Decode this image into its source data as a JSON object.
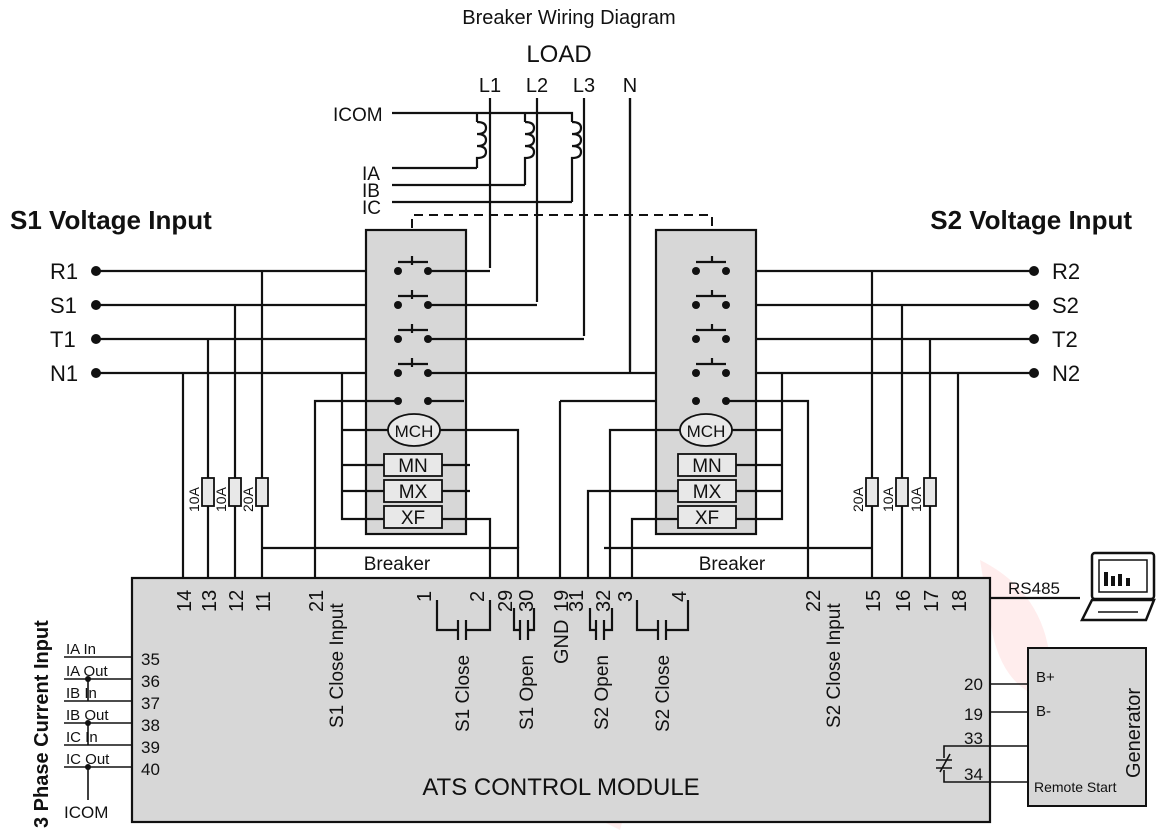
{
  "title": "Breaker Wiring Diagram",
  "load": {
    "label": "LOAD",
    "phases": [
      "L1",
      "L2",
      "L3",
      "N"
    ]
  },
  "ct": {
    "com": "ICOM",
    "a": "IA",
    "b": "IB",
    "c": "IC"
  },
  "s1": {
    "heading": "S1 Voltage Input",
    "lines": [
      "R1",
      "S1",
      "T1",
      "N1"
    ]
  },
  "s2": {
    "heading": "S2 Voltage Input",
    "lines": [
      "R2",
      "S2",
      "T2",
      "N2"
    ]
  },
  "breaker": {
    "label": "Breaker",
    "mch": "MCH",
    "mn": "MN",
    "mx": "MX",
    "xf": "XF"
  },
  "fuses": {
    "left": [
      "10A",
      "10A",
      "20A"
    ],
    "right": [
      "20A",
      "10A",
      "10A"
    ]
  },
  "module": {
    "title": "ATS CONTROL MODULE",
    "top_terminals": [
      "14",
      "13",
      "12",
      "11",
      "21",
      "1",
      "2",
      "29",
      "30",
      "GND",
      "19",
      "31",
      "32",
      "3",
      "4",
      "22",
      "15",
      "16",
      "17",
      "18"
    ],
    "labels": {
      "s1_close_input": "S1 Close Input",
      "s1_close": "S1 Close",
      "s1_open": "S1 Open",
      "s2_open": "S2 Open",
      "s2_close": "S2 Close",
      "s2_close_input": "S2 Close Input"
    },
    "left_terminals": [
      "35",
      "36",
      "37",
      "38",
      "39",
      "40"
    ],
    "right_terminals": [
      "20",
      "19",
      "33",
      "34"
    ]
  },
  "current_input": {
    "heading": "3 Phase Current Input",
    "rows": [
      "IA In",
      "IA Out",
      "IB In",
      "IB Out",
      "IC In",
      "IC Out"
    ],
    "com": "ICOM"
  },
  "rs485": "RS485",
  "generator": {
    "title": "Generator",
    "bplus": "B+",
    "bminus": "B-",
    "remote": "Remote Start"
  }
}
